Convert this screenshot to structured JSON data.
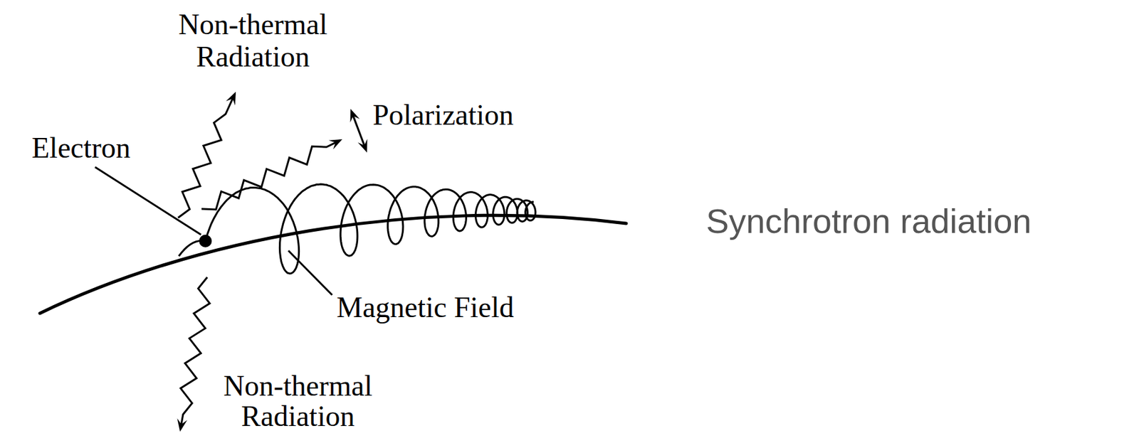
{
  "diagram": {
    "labels": [
      "Non-thermal Radiation",
      "Polarization",
      "Electron",
      "Synchrotron radiation",
      "Magnetic Field",
      "Non-thermal Radiation"
    ]
  }
}
